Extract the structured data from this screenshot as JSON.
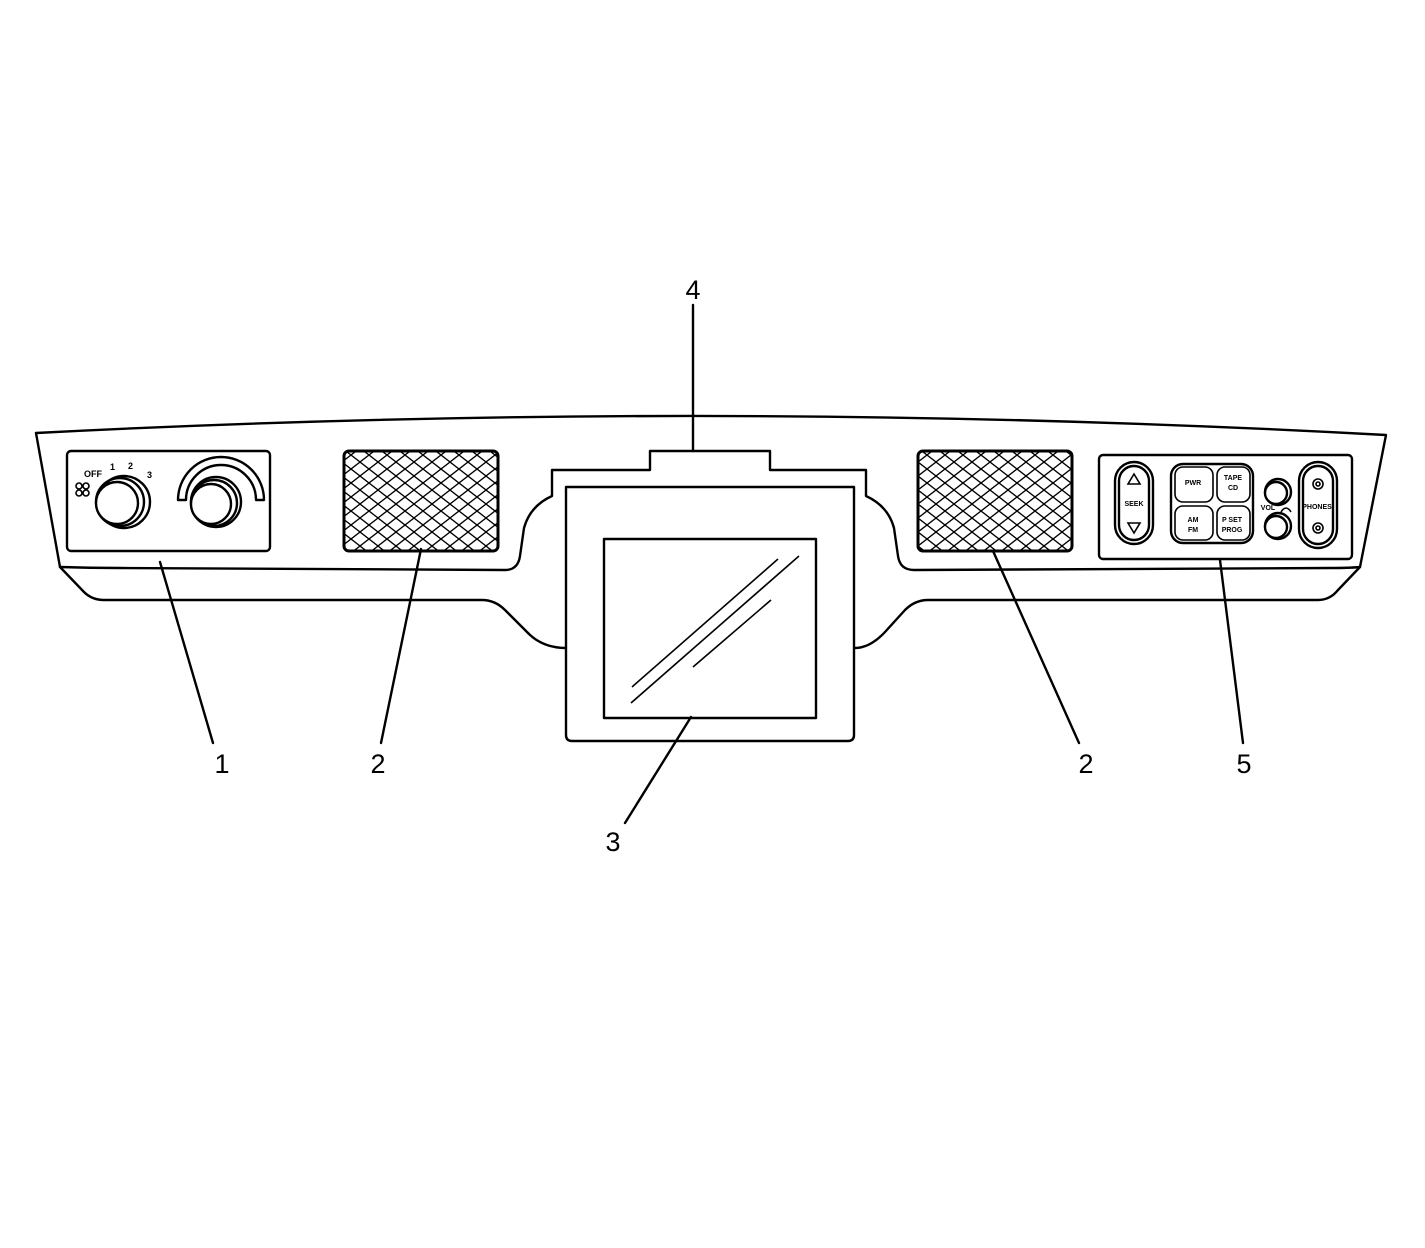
{
  "callouts": {
    "c1": "1",
    "c2_left": "2",
    "c3": "3",
    "c4": "4",
    "c2_right": "2",
    "c5": "5"
  },
  "blower_panel": {
    "off": "OFF",
    "speed_1": "1",
    "speed_2": "2",
    "speed_3": "3"
  },
  "radio_panel": {
    "seek": "SEEK",
    "pwr": "PWR",
    "tape": "TAPE",
    "cd": "CD",
    "am": "AM",
    "fm": "FM",
    "p_set": "P SET",
    "prog": "PROG",
    "vol": "VOL",
    "phones": "PHONES"
  }
}
